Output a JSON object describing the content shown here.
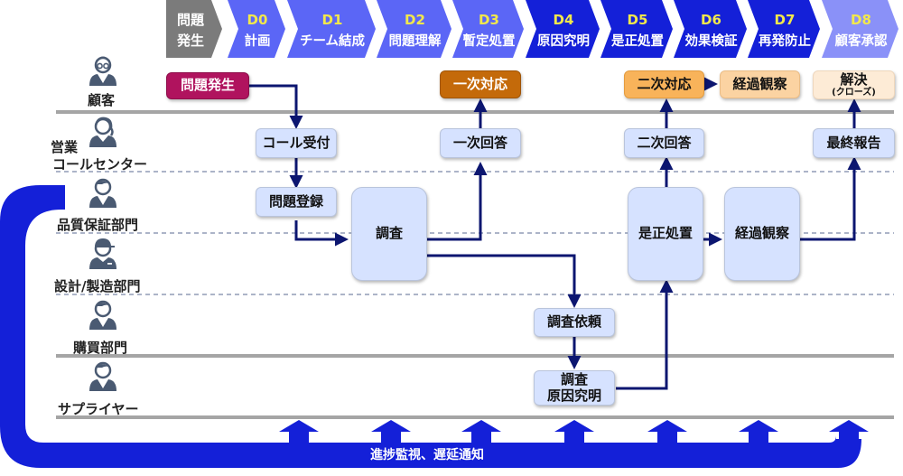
{
  "header": {
    "start": {
      "line1": "問題",
      "line2": "発生"
    },
    "steps": [
      {
        "code": "D0",
        "label": "計画"
      },
      {
        "code": "D1",
        "label": "チーム結成"
      },
      {
        "code": "D2",
        "label": "問題理解"
      },
      {
        "code": "D3",
        "label": "暫定処置"
      },
      {
        "code": "D4",
        "label": "原因究明"
      },
      {
        "code": "D5",
        "label": "是正処置"
      },
      {
        "code": "D6",
        "label": "効果検証"
      },
      {
        "code": "D7",
        "label": "再発防止"
      },
      {
        "code": "D8",
        "label": "顧客承認"
      }
    ],
    "colors": {
      "start": "#7b7b7b",
      "light": "#5b66f6",
      "dark": "#1420d8",
      "final": "#8a91f8",
      "code_text": "#f2e84b"
    }
  },
  "lanes": [
    {
      "label": "顧客",
      "icon": "customer-with-glasses-icon"
    },
    {
      "label_prefix": "営業",
      "label": "コールセンター",
      "icon": "operator-headset-icon"
    },
    {
      "label": "品質保証部門",
      "icon": "person-icon"
    },
    {
      "label": "設計/製造部門",
      "icon": "worker-cap-icon"
    },
    {
      "label": "購買部門",
      "icon": "person-icon"
    },
    {
      "label": "サプライヤー",
      "icon": "person-icon"
    }
  ],
  "nodes": {
    "problem": "問題発生",
    "first_response": "一次対応",
    "second_response": "二次対応",
    "follow_up_customer": "経過観察",
    "resolved": "解決",
    "resolved_sub": "(クローズ)",
    "call_intake": "コール受付",
    "first_answer": "一次回答",
    "second_answer": "二次回答",
    "final_report": "最終報告",
    "problem_registration": "問題登録",
    "investigation": "調査",
    "corrective_action": "是正処置",
    "follow_up_qa": "経過観察",
    "investigation_request": "調査依頼",
    "supplier_investigation_line1": "調査",
    "supplier_investigation_line2": "原因究明"
  },
  "footer": {
    "label": "進捗監視、遅延通知",
    "color": "#1420d8"
  }
}
